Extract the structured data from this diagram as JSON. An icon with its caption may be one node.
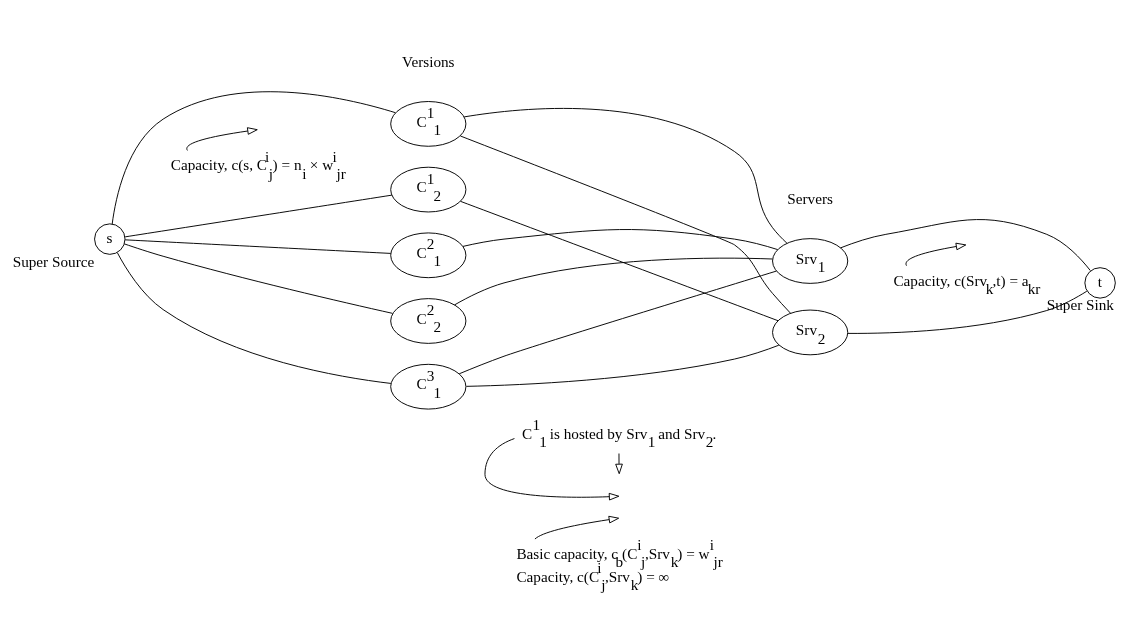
{
  "diagram": {
    "nodes": [
      {
        "text": [
          "s"
        ],
        "beside": [
          "Super Source"
        ]
      },
      {
        "text": [
          "C$^{1}$$_{1}$"
        ]
      },
      {
        "text": [
          "C$^{1}$$_{2}$"
        ]
      },
      {
        "text": [
          "C$^{2}$$_{1}$"
        ]
      },
      {
        "text": [
          "C$^{2}$$_{2}$"
        ]
      },
      {
        "text": [
          "C$^{3}$$_{1}$"
        ]
      },
      {
        "text": [
          "Srv$_{1}$"
        ]
      },
      {
        "text": [
          "Srv$_{2}$"
        ]
      },
      {
        "text": [
          "t"
        ],
        "beside": [
          "Super Sink"
        ]
      },
      {
        "text": [
          "C$^{1}$$_{1}$ is hosted by Srv$_{1}$ and Srv$_{2}$."
        ]
      },
      {
        "text": [
          "Capacity, c(s, C$^{i}$$_{j}$) = n$_{i}$ × w$^{i}$$_{jr}$"
        ]
      },
      {
        "text": [
          "Basic capacity, c$_{b}$(C$^{i}$$_{j}$,Srv$_{k}$) = w$^{i}$$_{jr}$",
          "Capacity, c(C$^{i}$$_{j}$,Srv$_{k}$) = ∞"
        ]
      },
      {
        "text": [
          "Capacity, c(Srv$_{k}$,t) = a$_{kr}$"
        ]
      }
    ],
    "edges": [
      {
        "from": 0,
        "to": 1,
        "arrow": "none"
      },
      {
        "from": 0,
        "to": 2,
        "arrow": "none"
      },
      {
        "from": 0,
        "to": 3,
        "arrow": "none"
      },
      {
        "from": 0,
        "to": 4,
        "arrow": "none"
      },
      {
        "from": 0,
        "to": 5,
        "arrow": "none"
      },
      {
        "from": 1,
        "to": 6,
        "arrow": "none"
      },
      {
        "from": 1,
        "to": 7,
        "arrow": "none"
      },
      {
        "from": 2,
        "to": 7,
        "arrow": "none"
      },
      {
        "from": 3,
        "to": 6,
        "arrow": "none"
      },
      {
        "from": 4,
        "to": 6,
        "arrow": "none"
      },
      {
        "from": 5,
        "to": 6,
        "arrow": "none"
      },
      {
        "from": 5,
        "to": 7,
        "arrow": "none"
      },
      {
        "from": 6,
        "to": 8,
        "arrow": "none"
      },
      {
        "from": 7,
        "to": 8,
        "arrow": "none"
      },
      {
        "from": 9,
        "to": null,
        "arrow": "to"
      },
      {
        "from": 9,
        "to": null,
        "arrow": "to"
      },
      {
        "from": 10,
        "to": null,
        "arrow": "to"
      },
      {
        "from": 11,
        "to": null,
        "arrow": "to"
      },
      {
        "from": 12,
        "to": null,
        "arrow": "to"
      }
    ],
    "labels": [
      "Versions",
      "Servers"
    ]
  }
}
